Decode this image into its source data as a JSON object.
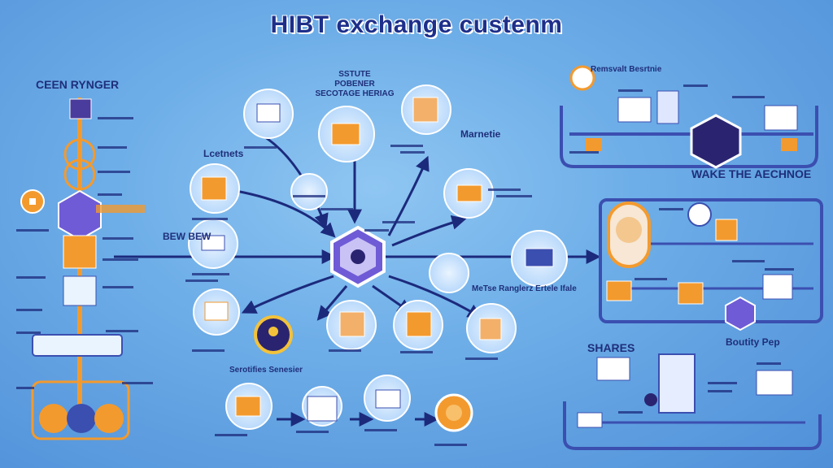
{
  "title": "HIBT exchange custenm",
  "labels": {
    "left_header": "CEEN RYNGER",
    "top_center": "SSTUTE\nPOBENER\nSECOTAGE HERIAG",
    "mid_node_a": "Lcetnets",
    "mid_node_b": "BEW BEW",
    "mid_node_c": "Marnetie",
    "right_exchange": "WAKE THE AECHNOE",
    "right_lower": "Boutity Pep",
    "right_shares": "SHARES",
    "right_top": "Remsvalt Besrtnie",
    "center_flow": "MeTse Ranglerz Ertele Ifale",
    "center_below": "Serotifies Senesier"
  },
  "colors": {
    "accent_orange": "#f39a2e",
    "hub_purple": "#6f5bd6",
    "arrow_navy": "#1c2a7c",
    "background": "#6eaee8"
  }
}
